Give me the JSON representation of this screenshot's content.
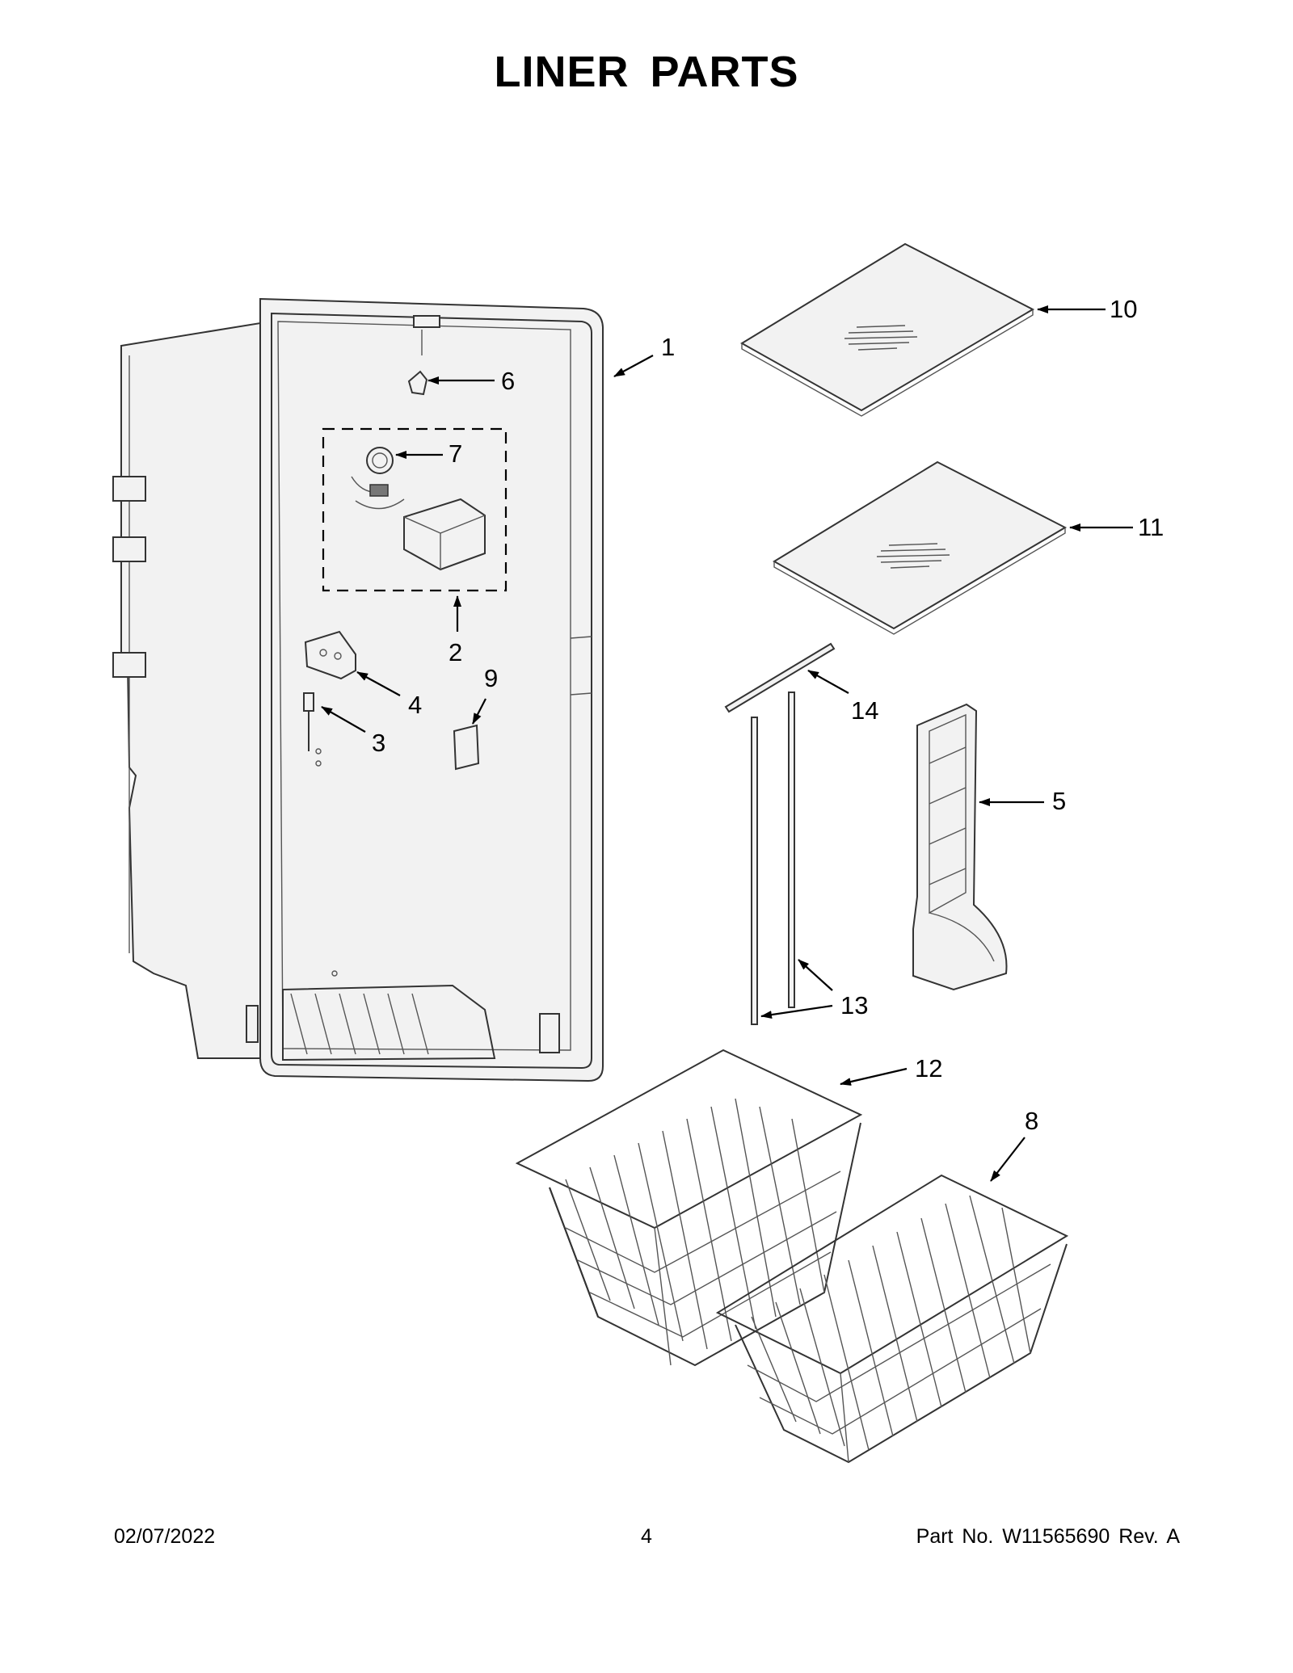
{
  "page": {
    "title": "LINER PARTS"
  },
  "callouts": [
    {
      "id": "1",
      "label": "1"
    },
    {
      "id": "2",
      "label": "2"
    },
    {
      "id": "3",
      "label": "3"
    },
    {
      "id": "4",
      "label": "4"
    },
    {
      "id": "5",
      "label": "5"
    },
    {
      "id": "6",
      "label": "6"
    },
    {
      "id": "7",
      "label": "7"
    },
    {
      "id": "8",
      "label": "8"
    },
    {
      "id": "9",
      "label": "9"
    },
    {
      "id": "10",
      "label": "10"
    },
    {
      "id": "11",
      "label": "11"
    },
    {
      "id": "12",
      "label": "12"
    },
    {
      "id": "13",
      "label": "13"
    },
    {
      "id": "14",
      "label": "14"
    }
  ],
  "footer": {
    "date": "02/07/2022",
    "page_number": "4",
    "part_info": "Part No.  W11565690  Rev.  A"
  }
}
